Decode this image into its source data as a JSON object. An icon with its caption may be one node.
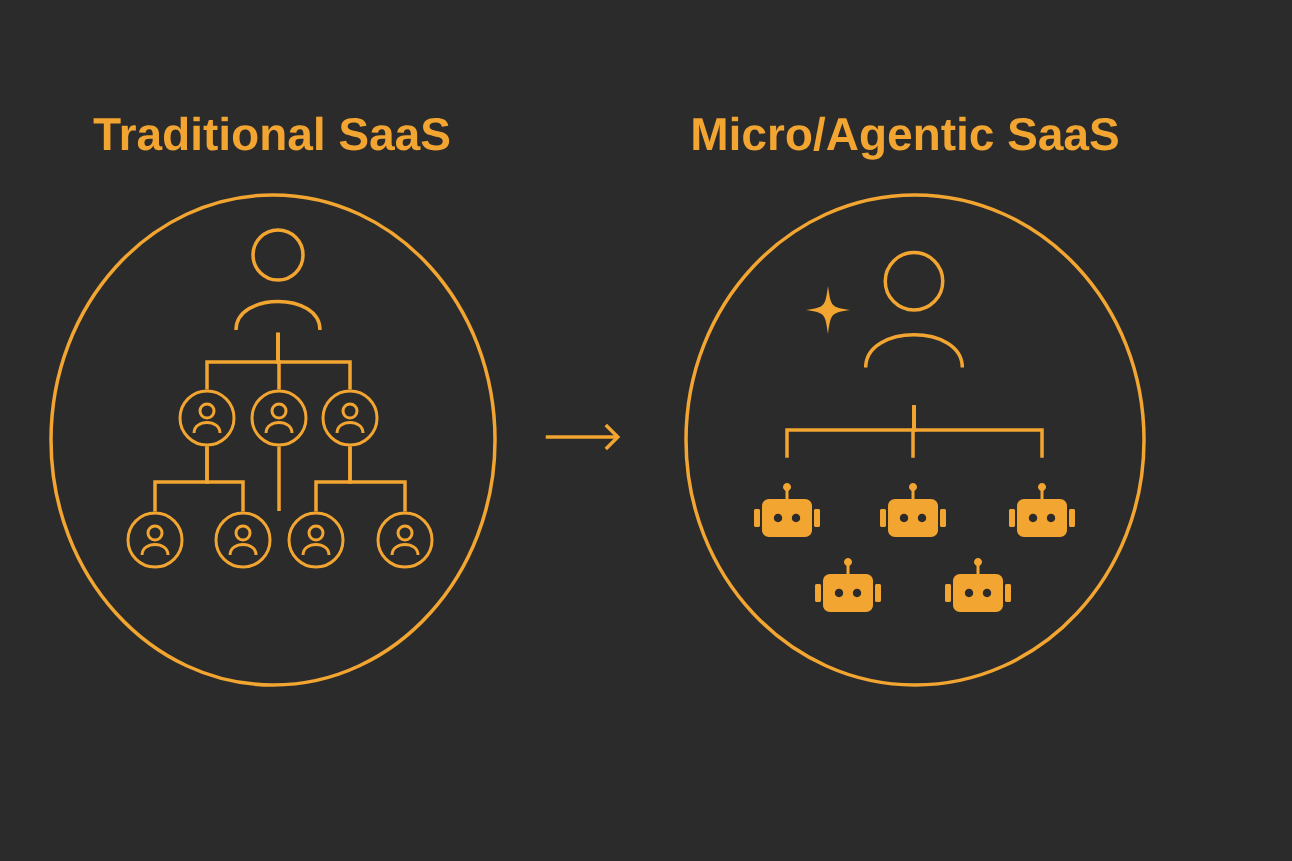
{
  "diagram": {
    "nodes": [
      {
        "text": [
          "Traditional SaaS"
        ]
      },
      {
        "text": [],
        "shape": "person",
        "in": 0
      },
      {
        "text": [],
        "shape": "circle",
        "in": 0
      },
      {
        "text": [],
        "shape": "circle",
        "in": 0
      },
      {
        "text": [],
        "shape": "circle",
        "in": 0
      },
      {
        "text": [],
        "shape": "circle",
        "in": 0
      },
      {
        "text": [],
        "shape": "circle",
        "in": 0
      },
      {
        "text": [],
        "shape": "circle",
        "in": 0
      },
      {
        "text": [],
        "shape": "circle",
        "in": 0
      },
      {
        "text": [
          "Micro/Agentic SaaS"
        ]
      },
      {
        "text": [],
        "shape": "person",
        "in": 9
      },
      {
        "text": [],
        "shape": "robot",
        "in": 9
      },
      {
        "text": [],
        "shape": "robot",
        "in": 9
      },
      {
        "text": [],
        "shape": "robot",
        "in": 9
      },
      {
        "text": [],
        "shape": "robot",
        "in": 9
      },
      {
        "text": [],
        "shape": "robot",
        "in": 9
      }
    ],
    "edges": [
      {
        "from": 0,
        "to": 9,
        "arrow": "to"
      },
      {
        "from": 1,
        "to": 2,
        "arrow": "none"
      },
      {
        "from": 1,
        "to": 3,
        "arrow": "none"
      },
      {
        "from": 1,
        "to": 4,
        "arrow": "none"
      },
      {
        "from": 3,
        "to": null,
        "arrow": "none"
      },
      {
        "from": 2,
        "to": 5,
        "arrow": "none"
      },
      {
        "from": 2,
        "to": 6,
        "arrow": "none"
      },
      {
        "from": 4,
        "to": 7,
        "arrow": "none"
      },
      {
        "from": 4,
        "to": 8,
        "arrow": "none"
      },
      {
        "from": 10,
        "to": 11,
        "arrow": "none"
      },
      {
        "from": 10,
        "to": 12,
        "arrow": "none"
      },
      {
        "from": 10,
        "to": 13,
        "arrow": "none"
      }
    ]
  }
}
